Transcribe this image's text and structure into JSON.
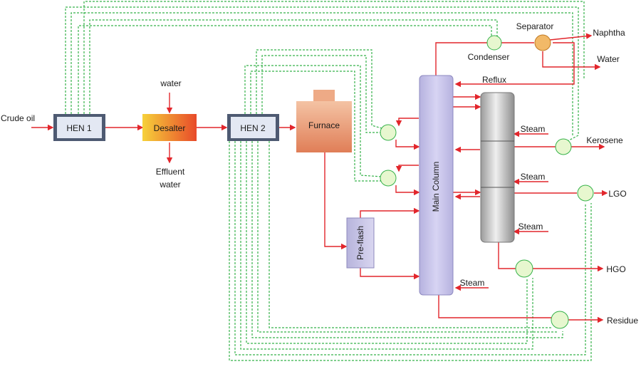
{
  "inputs": {
    "crude_oil": "Crude oil",
    "water": "water",
    "effluent_water": [
      "Effluent",
      "water"
    ]
  },
  "units": {
    "hen1": "HEN 1",
    "hen2": "HEN 2",
    "desalter": "Desalter",
    "furnace": "Furnace",
    "preflash": "Pre-flash",
    "main_column": "Main Column",
    "condenser": "Condenser",
    "separator": "Separator"
  },
  "streams": {
    "reflux": "Reflux",
    "steam": "Steam"
  },
  "products": {
    "naphtha": "Naphtha",
    "water": "Water",
    "kerosene": "Kerosene",
    "lgo": "LGO",
    "hgo": "HGO",
    "residue": "Residue"
  },
  "colors": {
    "flow_line": "#e2262c",
    "heat_line": "#36b24a",
    "hen_box": "#dfe6f2",
    "column": "#c9c6ea",
    "furnace": "#e8946a",
    "desalter_start": "#f6d13a",
    "desalter_end": "#e84a2a",
    "exchanger": "#e7f7cf",
    "separator": "#f2b968"
  }
}
